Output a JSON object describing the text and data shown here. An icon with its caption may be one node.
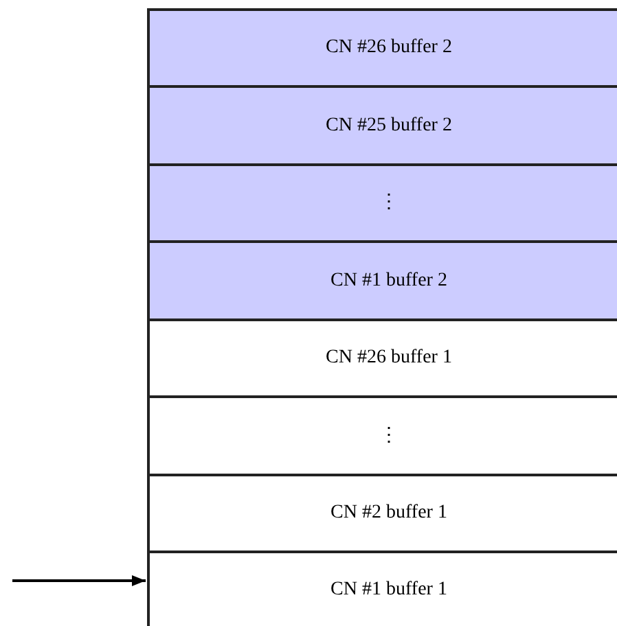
{
  "diagram": {
    "nodes": [
      {
        "text": [
          "CN #26 buffer 2"
        ]
      },
      {
        "text": [
          "CN #25 buffer 2"
        ]
      },
      {
        "text": [
          "⋮"
        ]
      },
      {
        "text": [
          "CN #1 buffer 2"
        ]
      },
      {
        "text": [
          "CN #26 buffer 1"
        ]
      },
      {
        "text": [
          "⋮"
        ]
      },
      {
        "text": [
          "CN #2 buffer 1"
        ]
      },
      {
        "text": [
          "CN #1 buffer 1"
        ]
      }
    ],
    "edges": [
      {
        "from": null,
        "to": 7,
        "arrow": "to"
      }
    ]
  }
}
